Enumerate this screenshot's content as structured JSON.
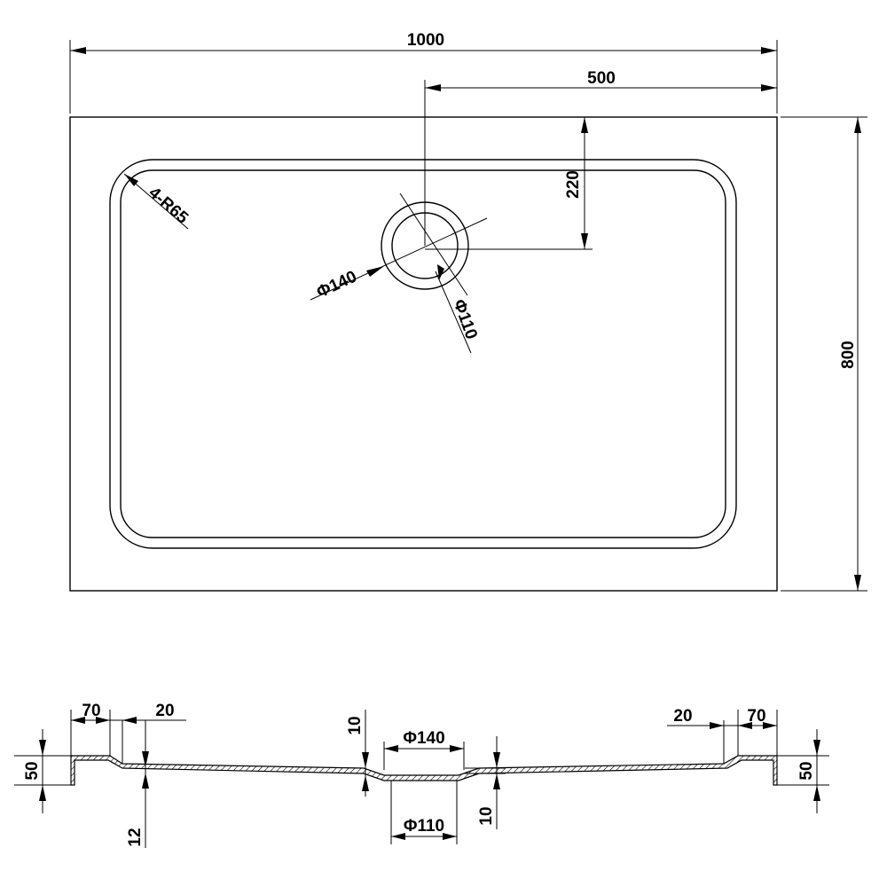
{
  "plan_view": {
    "width_label": "1000",
    "drain_offset_x_label": "500",
    "drain_offset_y_label": "220",
    "height_label": "800",
    "corner_radius_label": "4-R65",
    "outer_diameter_label": "Φ140",
    "inner_diameter_label": "Φ110"
  },
  "section_view": {
    "left_rim_label": "70",
    "left_slope_label": "20",
    "right_slope_label": "20",
    "right_rim_label": "70",
    "center_depth_label": "10",
    "outer_diameter_label": "Φ140",
    "left_height_label": "50",
    "right_height_label": "50",
    "bottom_thickness_label": "12",
    "inner_diameter_label": "Φ110",
    "right_depth_label": "10"
  }
}
